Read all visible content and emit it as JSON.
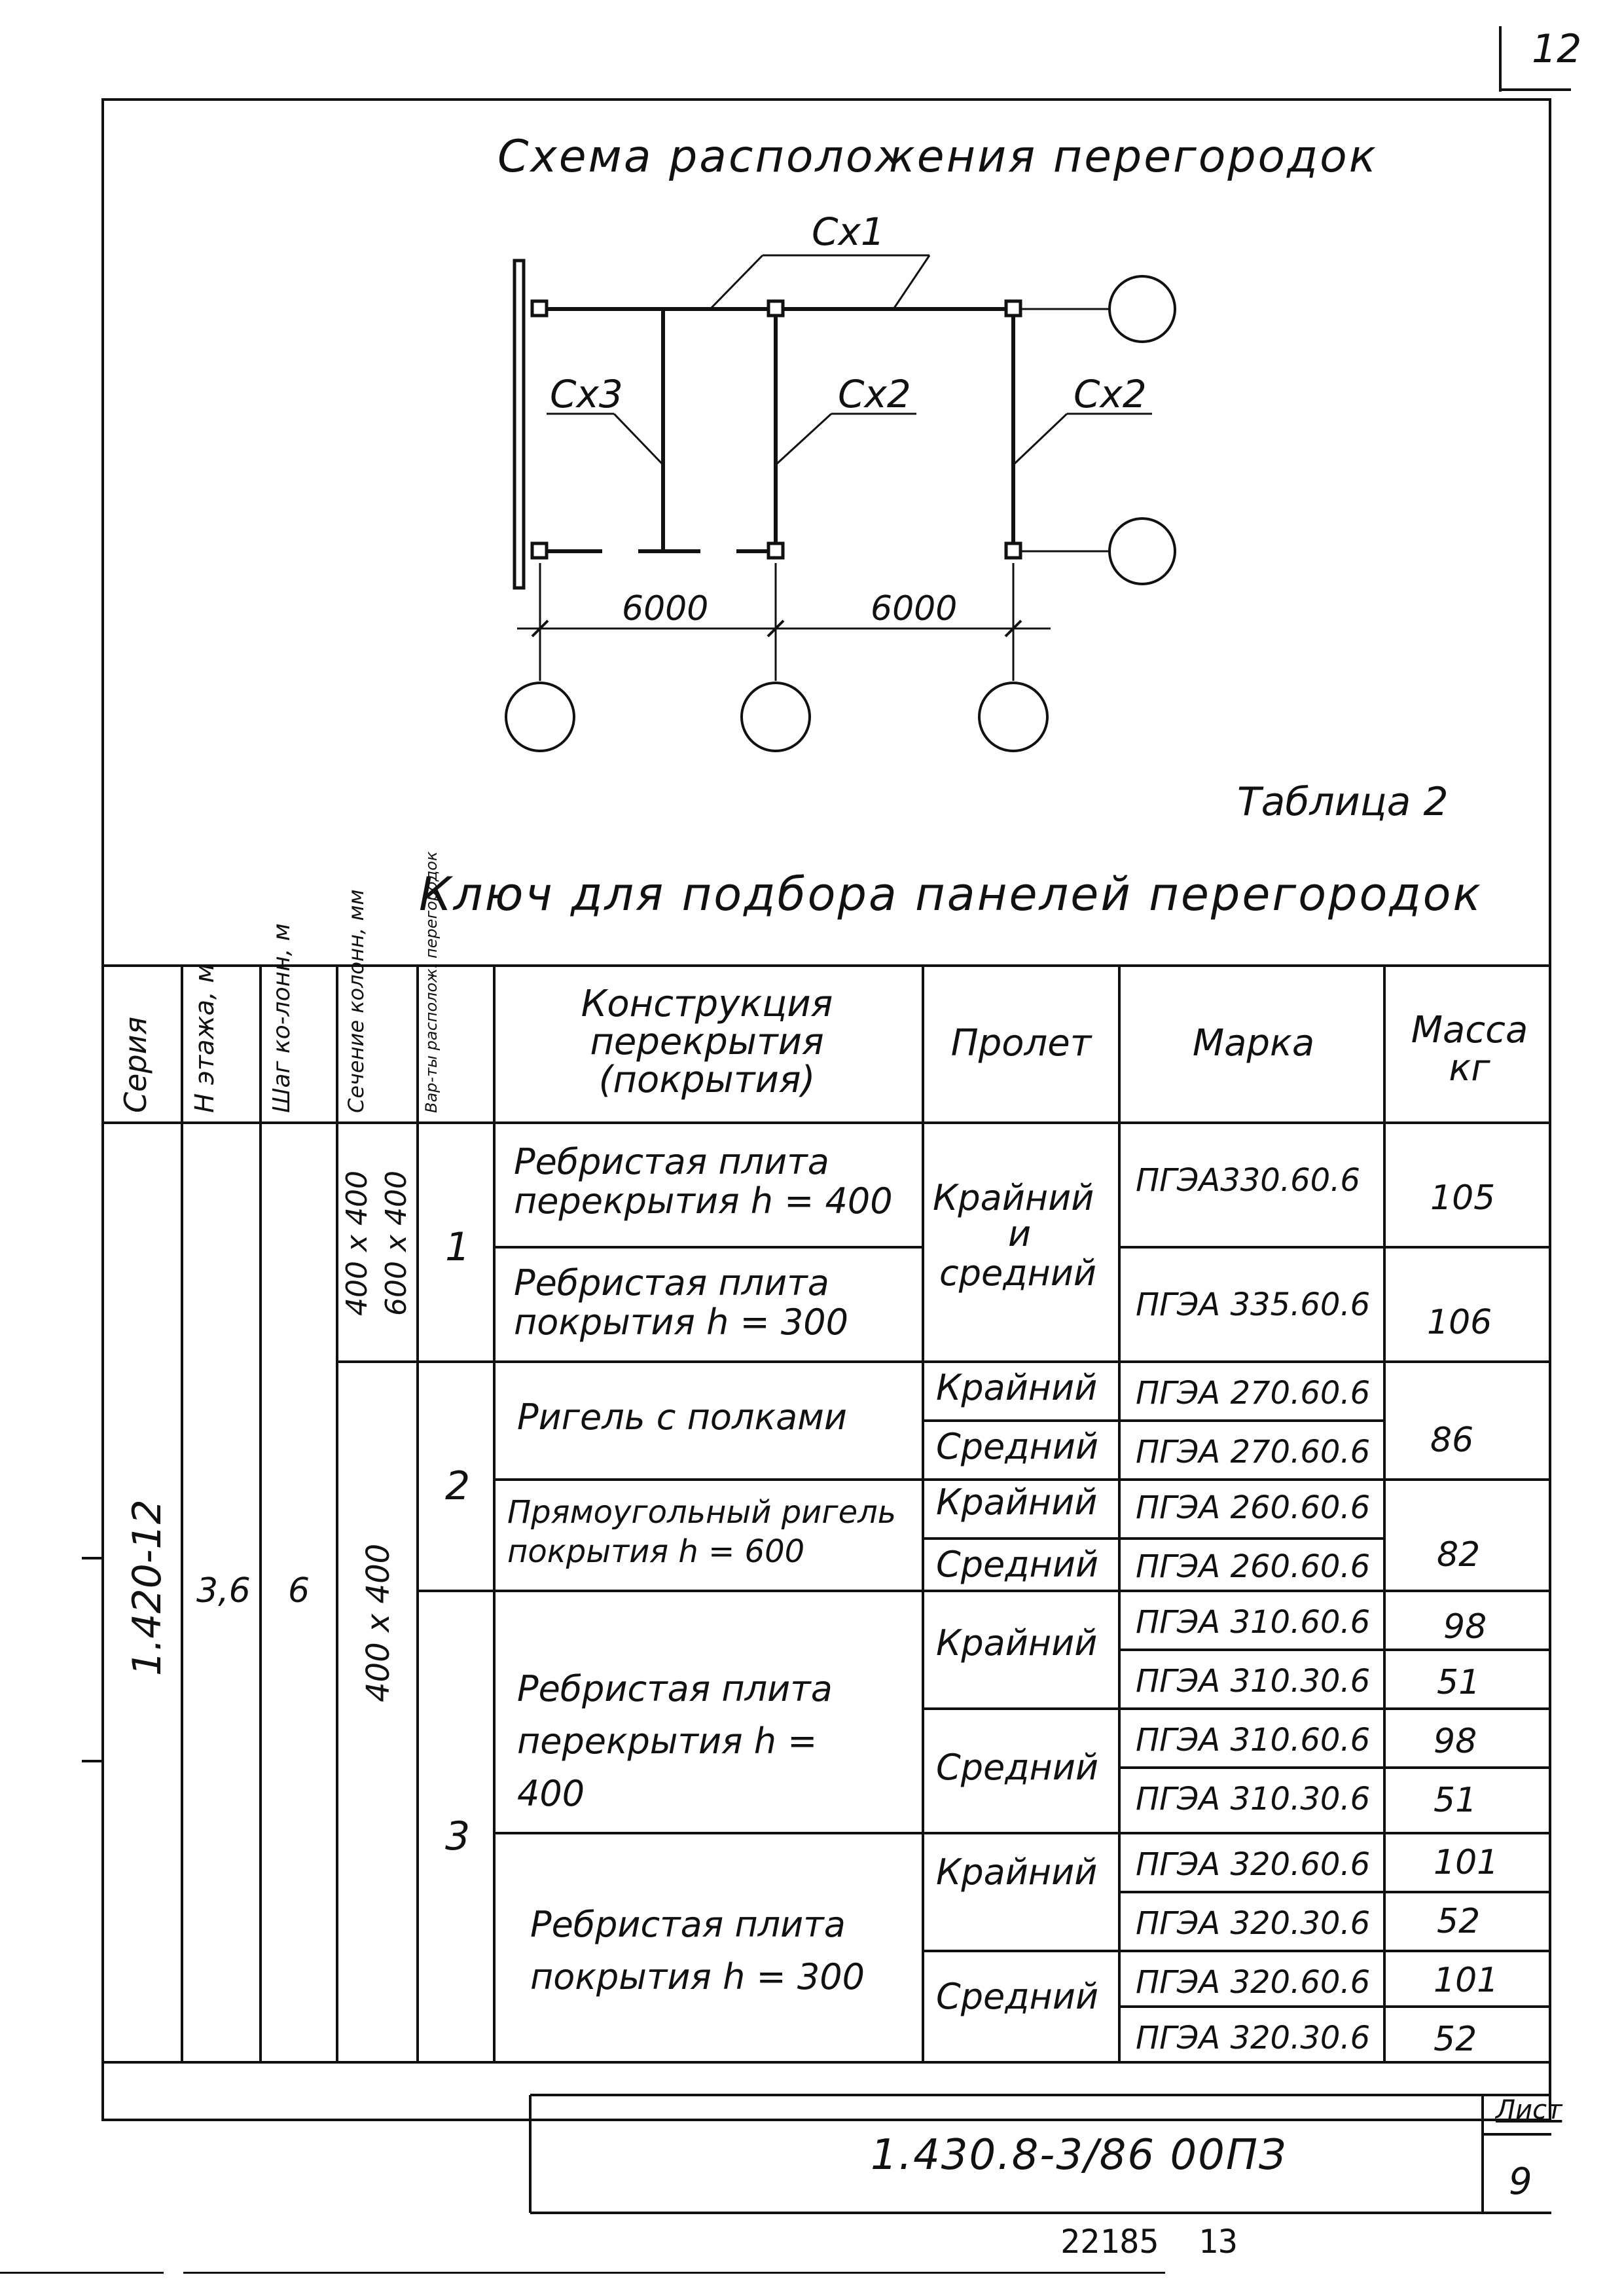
{
  "page_number": "12",
  "scheme": {
    "title": "Схема расположения перегородок",
    "labels": {
      "cx1": "Сх1",
      "cx3": "Сх3",
      "cx2_mid": "Сх2",
      "cx2_right": "Сх2"
    },
    "dims": [
      "6000",
      "6000"
    ]
  },
  "table_label": "Таблица 2",
  "key_title": "Ключ для подбора панелей перегородок",
  "table": {
    "headers": {
      "series": "Серия",
      "floor_height": "Н этажа, м",
      "column_step": "Шаг ко-лонн, м",
      "column_section": "Сечение колонн, мм",
      "layout_var": "Вар-ты располож. перегородок",
      "construction": "Конструкция перекрытия (покрытия)",
      "span": "Пролет",
      "mark": "Марка",
      "mass": "Масса кг"
    },
    "series": "1.420-12",
    "floor_height": "3,6",
    "column_step": "6",
    "sections": {
      "s1a": "400 х 400",
      "s1b": "600 х 400",
      "s2": "400 х 400"
    },
    "variants": [
      "1",
      "2",
      "3"
    ],
    "constructions": {
      "c1": "Ребристая плита перекрытия h = 400",
      "c2": "Ребристая плита покрытия h = 300",
      "c3": "Ригель с полками",
      "c4": "Прямоугольный ригель покрытия h = 600",
      "c5": "Ребристая плита перекрытия h = 400",
      "c6": "Ребристая плита покрытия h = 300"
    },
    "spans": {
      "outer_middle": [
        "Крайний",
        "и",
        "средний"
      ],
      "outer": "Крайний",
      "middle": "Средний"
    },
    "marks": [
      "ПГЭА330.60.6",
      "ПГЭА 335.60.6",
      "ПГЭА 270.60.6",
      "ПГЭА 270.60.6",
      "ПГЭА 260.60.6",
      "ПГЭА 260.60.6",
      "ПГЭА 310.60.6",
      "ПГЭА 310.30.6",
      "ПГЭА 310.60.6",
      "ПГЭА 310.30.6",
      "ПГЭА 320.60.6",
      "ПГЭА 320.30.6",
      "ПГЭА 320.60.6",
      "ПГЭА 320.30.6"
    ],
    "masses": [
      "105",
      "106",
      "86",
      "82",
      "98",
      "51",
      "98",
      "51",
      "101",
      "52",
      "101",
      "52"
    ]
  },
  "stamp": {
    "code": "1.430.8-3/86 00ПЗ",
    "sheet_label": "Лист",
    "sheet_number": "9"
  },
  "bottom_numbers": "22185  13"
}
